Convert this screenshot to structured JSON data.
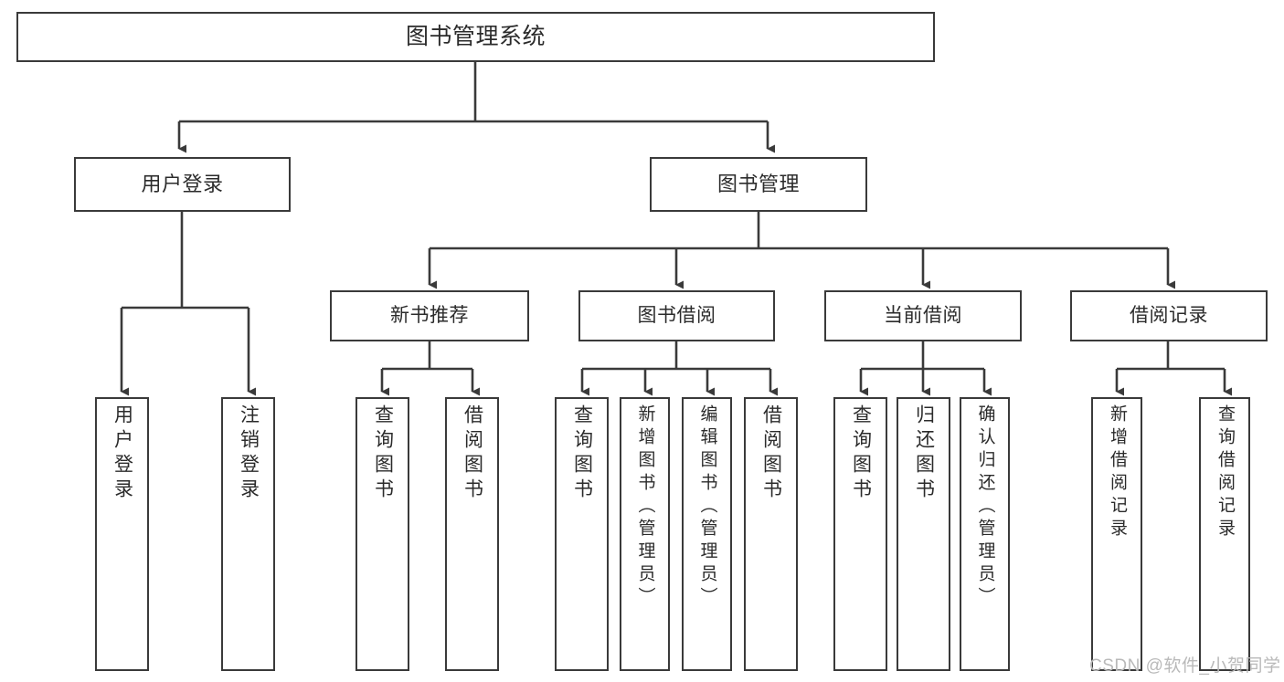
{
  "diagram": {
    "type": "tree-hierarchy-chart",
    "title": "图书管理系统",
    "stroke_color": "#3a3a3a",
    "background_color": "#ffffff",
    "text_color": "#2b2b2b",
    "root": {
      "id": "root",
      "label": "图书管理系统"
    },
    "level1": [
      {
        "id": "user-login",
        "label": "用户登录"
      },
      {
        "id": "book-management",
        "label": "图书管理"
      }
    ],
    "level2": [
      {
        "id": "new-book-recommend",
        "label": "新书推荐",
        "parent": "book-management"
      },
      {
        "id": "book-borrow",
        "label": "图书借阅",
        "parent": "book-management"
      },
      {
        "id": "current-borrow",
        "label": "当前借阅",
        "parent": "book-management"
      },
      {
        "id": "borrow-record",
        "label": "借阅记录",
        "parent": "book-management"
      }
    ],
    "leaves": [
      {
        "id": "leaf-user-login",
        "label": "用户登录",
        "parent": "user-login"
      },
      {
        "id": "leaf-logout-login",
        "label": "注销登录",
        "parent": "user-login"
      },
      {
        "id": "leaf-query-book-1",
        "label": "查询图书",
        "parent": "new-book-recommend"
      },
      {
        "id": "leaf-borrow-book-1",
        "label": "借阅图书",
        "parent": "new-book-recommend"
      },
      {
        "id": "leaf-query-book-2",
        "label": "查询图书",
        "parent": "book-borrow"
      },
      {
        "id": "leaf-add-book-admin",
        "label": "新增图书（管理员）",
        "parent": "book-borrow"
      },
      {
        "id": "leaf-edit-book-admin",
        "label": "编辑图书（管理员）",
        "parent": "book-borrow"
      },
      {
        "id": "leaf-borrow-book-2",
        "label": "借阅图书",
        "parent": "book-borrow"
      },
      {
        "id": "leaf-query-book-3",
        "label": "查询图书",
        "parent": "current-borrow"
      },
      {
        "id": "leaf-return-book",
        "label": "归还图书",
        "parent": "current-borrow"
      },
      {
        "id": "leaf-confirm-return-admin",
        "label": "确认归还（管理员）",
        "parent": "current-borrow"
      },
      {
        "id": "leaf-add-borrow-record",
        "label": "新增借阅记录",
        "parent": "borrow-record"
      },
      {
        "id": "leaf-query-borrow-record",
        "label": "查询借阅记录",
        "parent": "borrow-record"
      }
    ]
  },
  "watermark": {
    "text": "CSDN @软件_小贺同学",
    "color": "#b9b9b9"
  }
}
